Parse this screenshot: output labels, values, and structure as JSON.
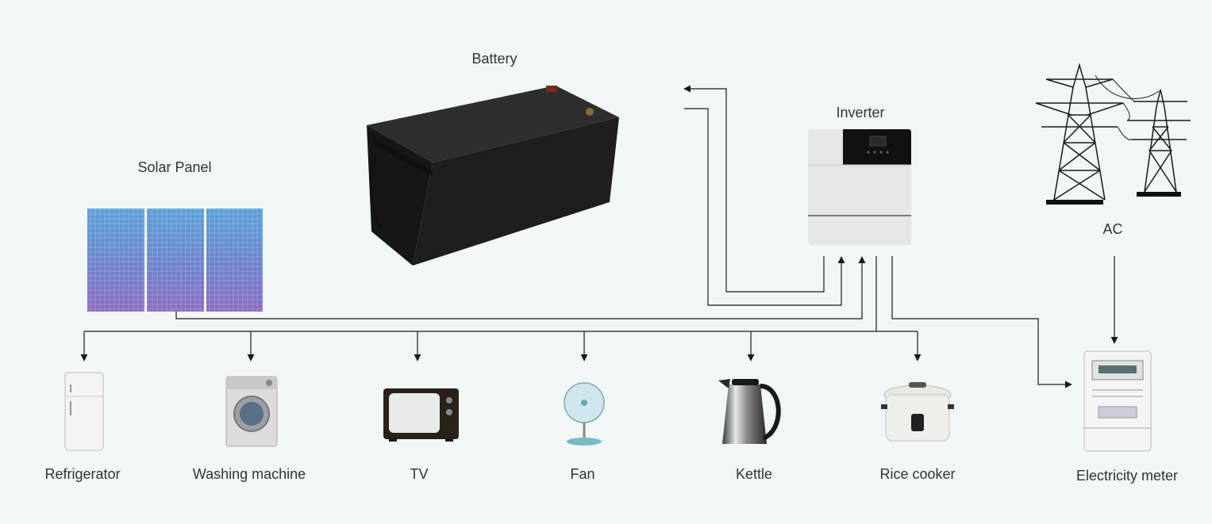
{
  "labels": {
    "battery": "Battery",
    "solar_panel": "Solar Panel",
    "inverter": "Inverter",
    "ac": "AC",
    "refrigerator": "Refrigerator",
    "washing_machine": "Washing machine",
    "tv": "TV",
    "fan": "Fan",
    "kettle": "Kettle",
    "rice_cooker": "Rice cooker",
    "electricity_meter": "Electricity meter"
  },
  "colors": {
    "background": "#f1f7f6",
    "line": "#1a1a1a",
    "battery_body": "#1c1c1c",
    "solar_panel": "#6a7cc8",
    "inverter_body": "#e4e4e4",
    "inverter_panel": "#111111"
  }
}
